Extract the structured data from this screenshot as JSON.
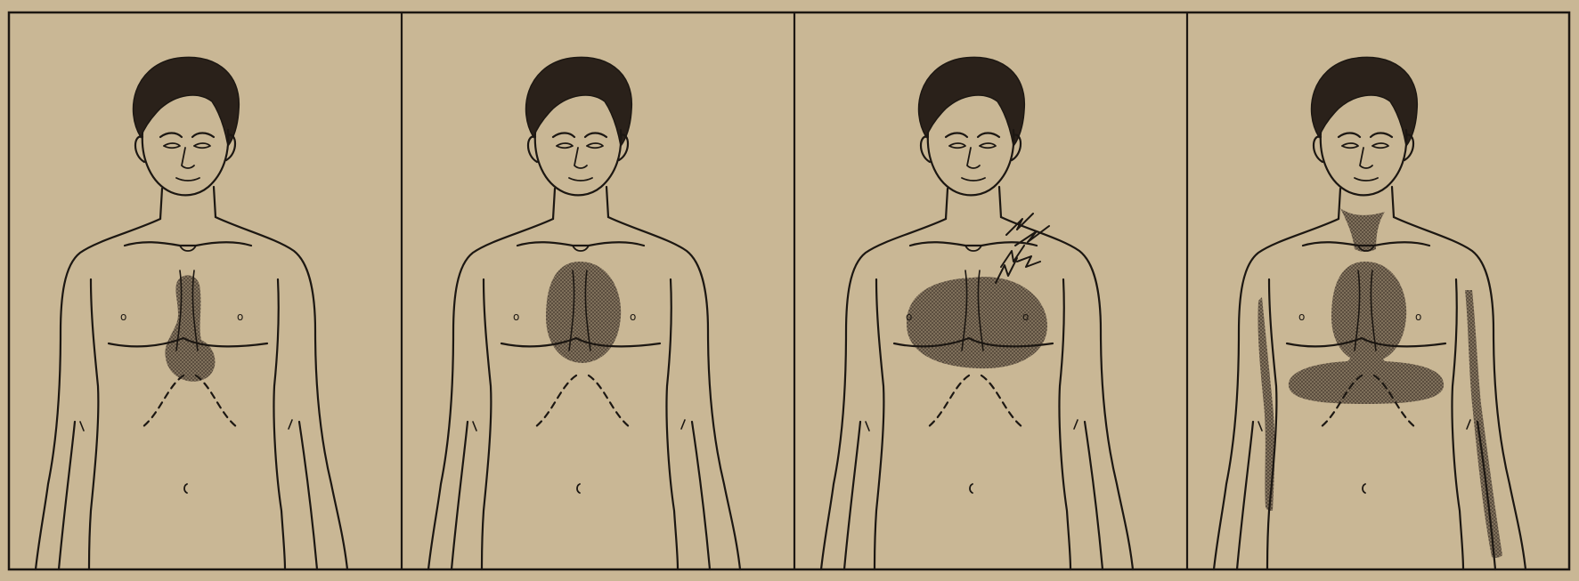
{
  "figure": {
    "panel_count": 4,
    "palette": {
      "paper": "#c9b795",
      "ink": "#1c1712",
      "shading": "#4a3f33"
    },
    "panels": [
      {
        "pain_regions": [
          "lower-substernal"
        ],
        "radiation": []
      },
      {
        "pain_regions": [
          "central-chest"
        ],
        "radiation": []
      },
      {
        "pain_regions": [
          "wide-chest"
        ],
        "radiation": [
          "left-shoulder-lightning"
        ]
      },
      {
        "pain_regions": [
          "central-chest",
          "epigastrium",
          "neck",
          "right-arm",
          "left-arm"
        ],
        "radiation": []
      }
    ]
  }
}
